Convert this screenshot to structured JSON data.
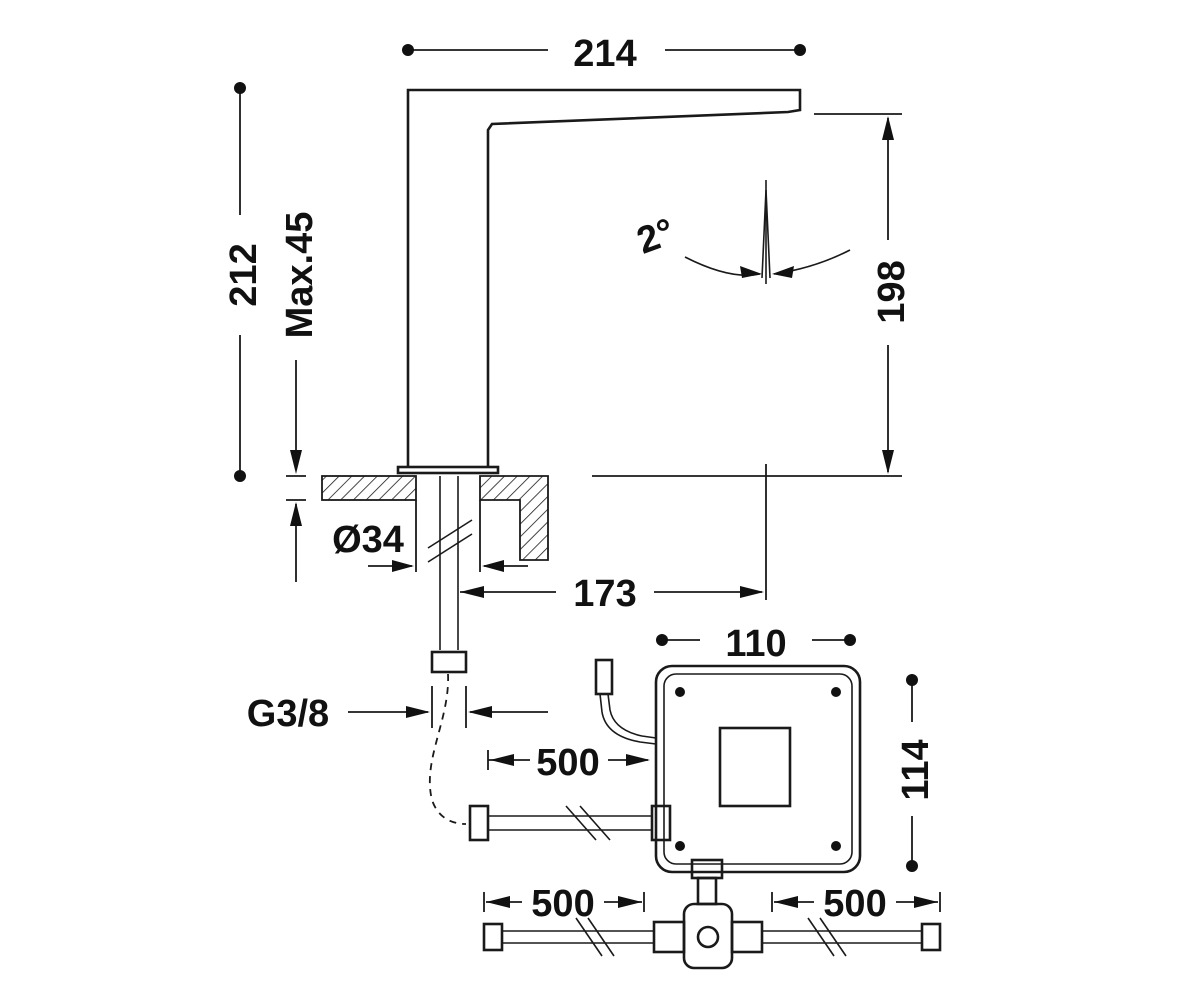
{
  "dimensions": {
    "spout_length": "214",
    "total_height": "212",
    "max_deck_thickness": "Max.45",
    "spout_height": "198",
    "tilt_angle": "2°",
    "hole_diameter": "Ø34",
    "spout_projection": "173",
    "inlet_thread": "G3/8",
    "control_box_width": "110",
    "control_box_height": "114",
    "sensor_cable_length": "500",
    "hose_length_left": "500",
    "hose_length_right": "500"
  },
  "colors": {
    "line": "#1a1a1a",
    "background": "#ffffff"
  }
}
